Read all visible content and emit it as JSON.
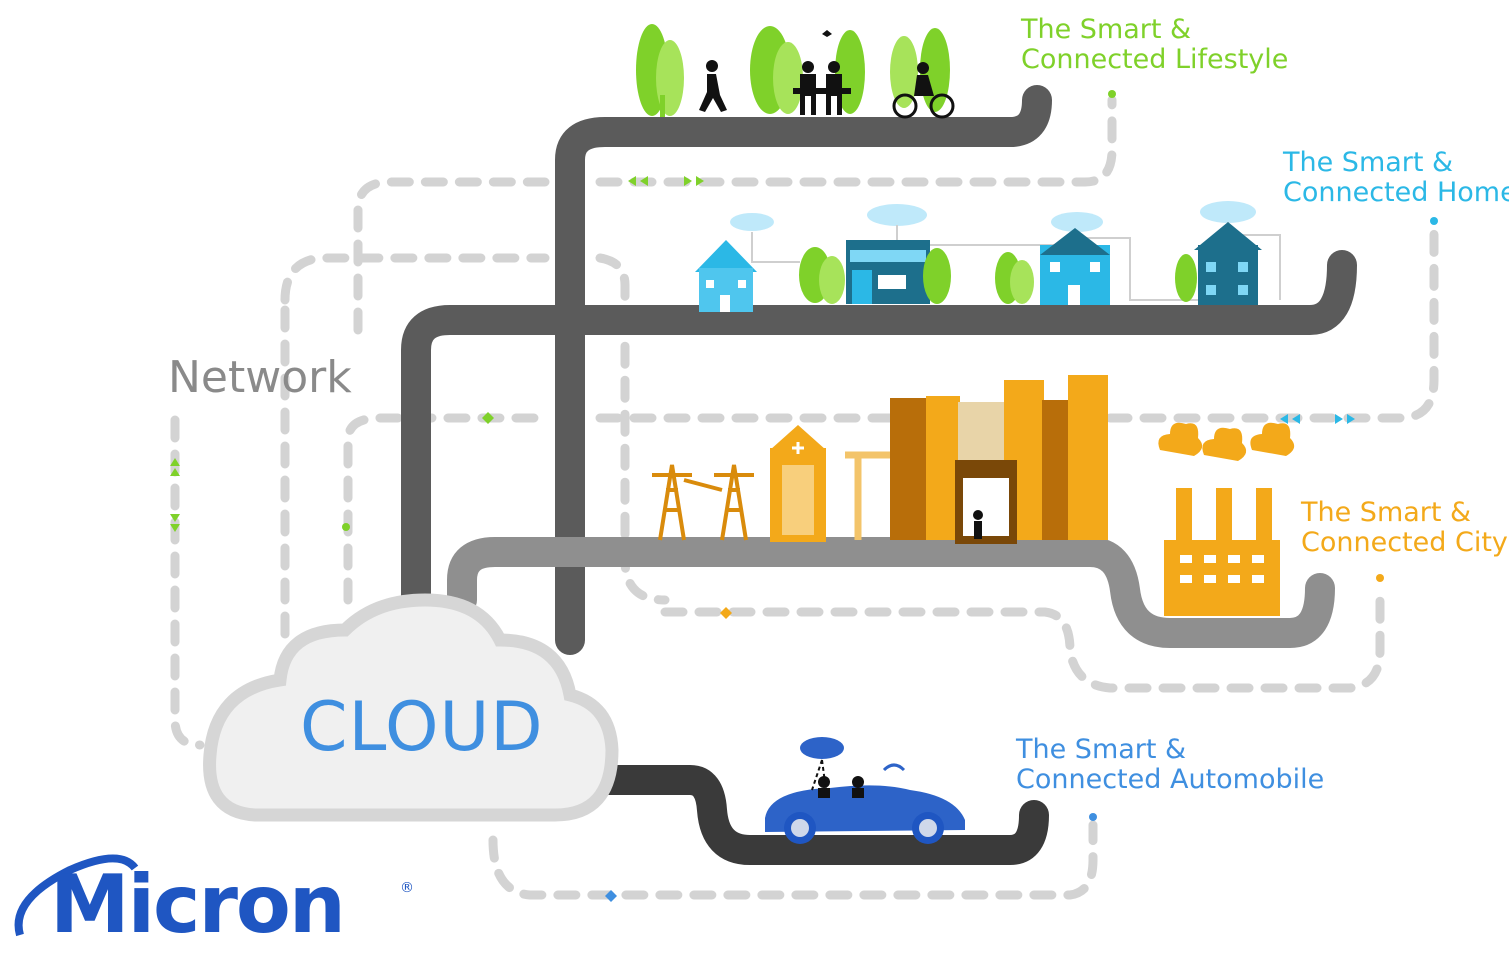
{
  "colors": {
    "lifestyle": "#7fd12a",
    "home": "#2bb8e6",
    "city": "#f3a91a",
    "automobile": "#3f8fe0",
    "road_dark": "#5b5b5b",
    "road_light": "#8f8f8f",
    "dash": "#d3d3d3",
    "cloud_fill": "#f0f0f0",
    "micron_blue": "#1f56c2"
  },
  "diagram": {
    "network_label": "Network",
    "cloud_label": "CLOUD",
    "destinations": [
      {
        "key": "lifestyle",
        "line1": "The Smart &",
        "line2": "Connected Lifestyle"
      },
      {
        "key": "home",
        "line1": "The Smart &",
        "line2": "Connected Home"
      },
      {
        "key": "city",
        "line1": "The Smart &",
        "line2": "Connected City"
      },
      {
        "key": "automobile",
        "line1": "The Smart &",
        "line2": "Connected Automobile"
      }
    ]
  },
  "logo": {
    "text": "Micron",
    "mark": "®"
  }
}
